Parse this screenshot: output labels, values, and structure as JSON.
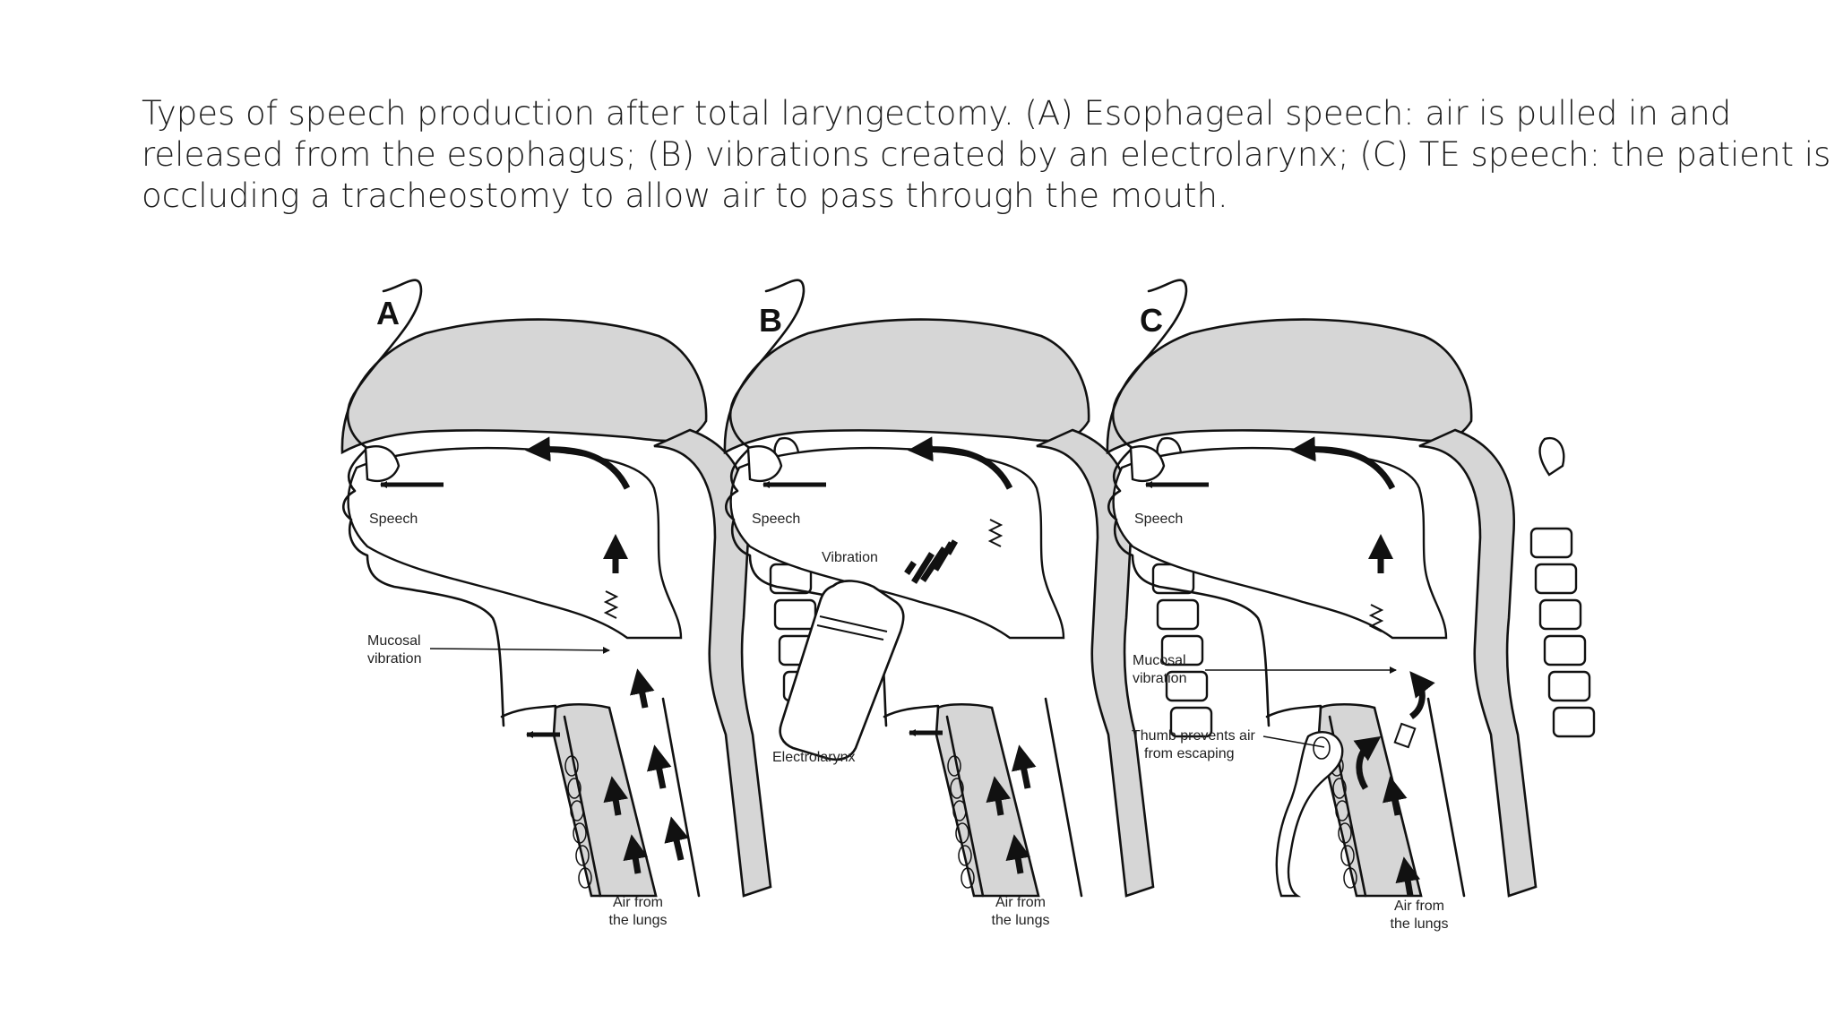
{
  "caption": {
    "line1": "Types of speech production after total laryngectomy. (A) Esophageal speech: air is pulled in and",
    "line2": "released from the esophagus; (B) vibrations created by an electrolarynx; (C) TE speech: the patient is",
    "line3": "occluding a tracheostomy to allow air to pass through the mouth."
  },
  "panels": [
    {
      "letter": "A",
      "labels": {
        "speech": "Speech",
        "mucosal_1": "Mucosal",
        "mucosal_2": "vibration",
        "air_1": "Air from",
        "air_2": "the lungs"
      }
    },
    {
      "letter": "B",
      "labels": {
        "speech": "Speech",
        "vibration": "Vibration",
        "device": "Electrolarynx",
        "air_1": "Air from",
        "air_2": "the lungs"
      }
    },
    {
      "letter": "C",
      "labels": {
        "speech": "Speech",
        "mucosal_1": "Mucosal",
        "mucosal_2": "vibration",
        "thumb_1": "Thumb prevents air",
        "thumb_2": "from escaping",
        "air_1": "Air from",
        "air_2": "the lungs"
      }
    }
  ],
  "colors": {
    "tissue": "#d6d6d6",
    "ink": "#111111",
    "text": "#1d1d1d"
  }
}
